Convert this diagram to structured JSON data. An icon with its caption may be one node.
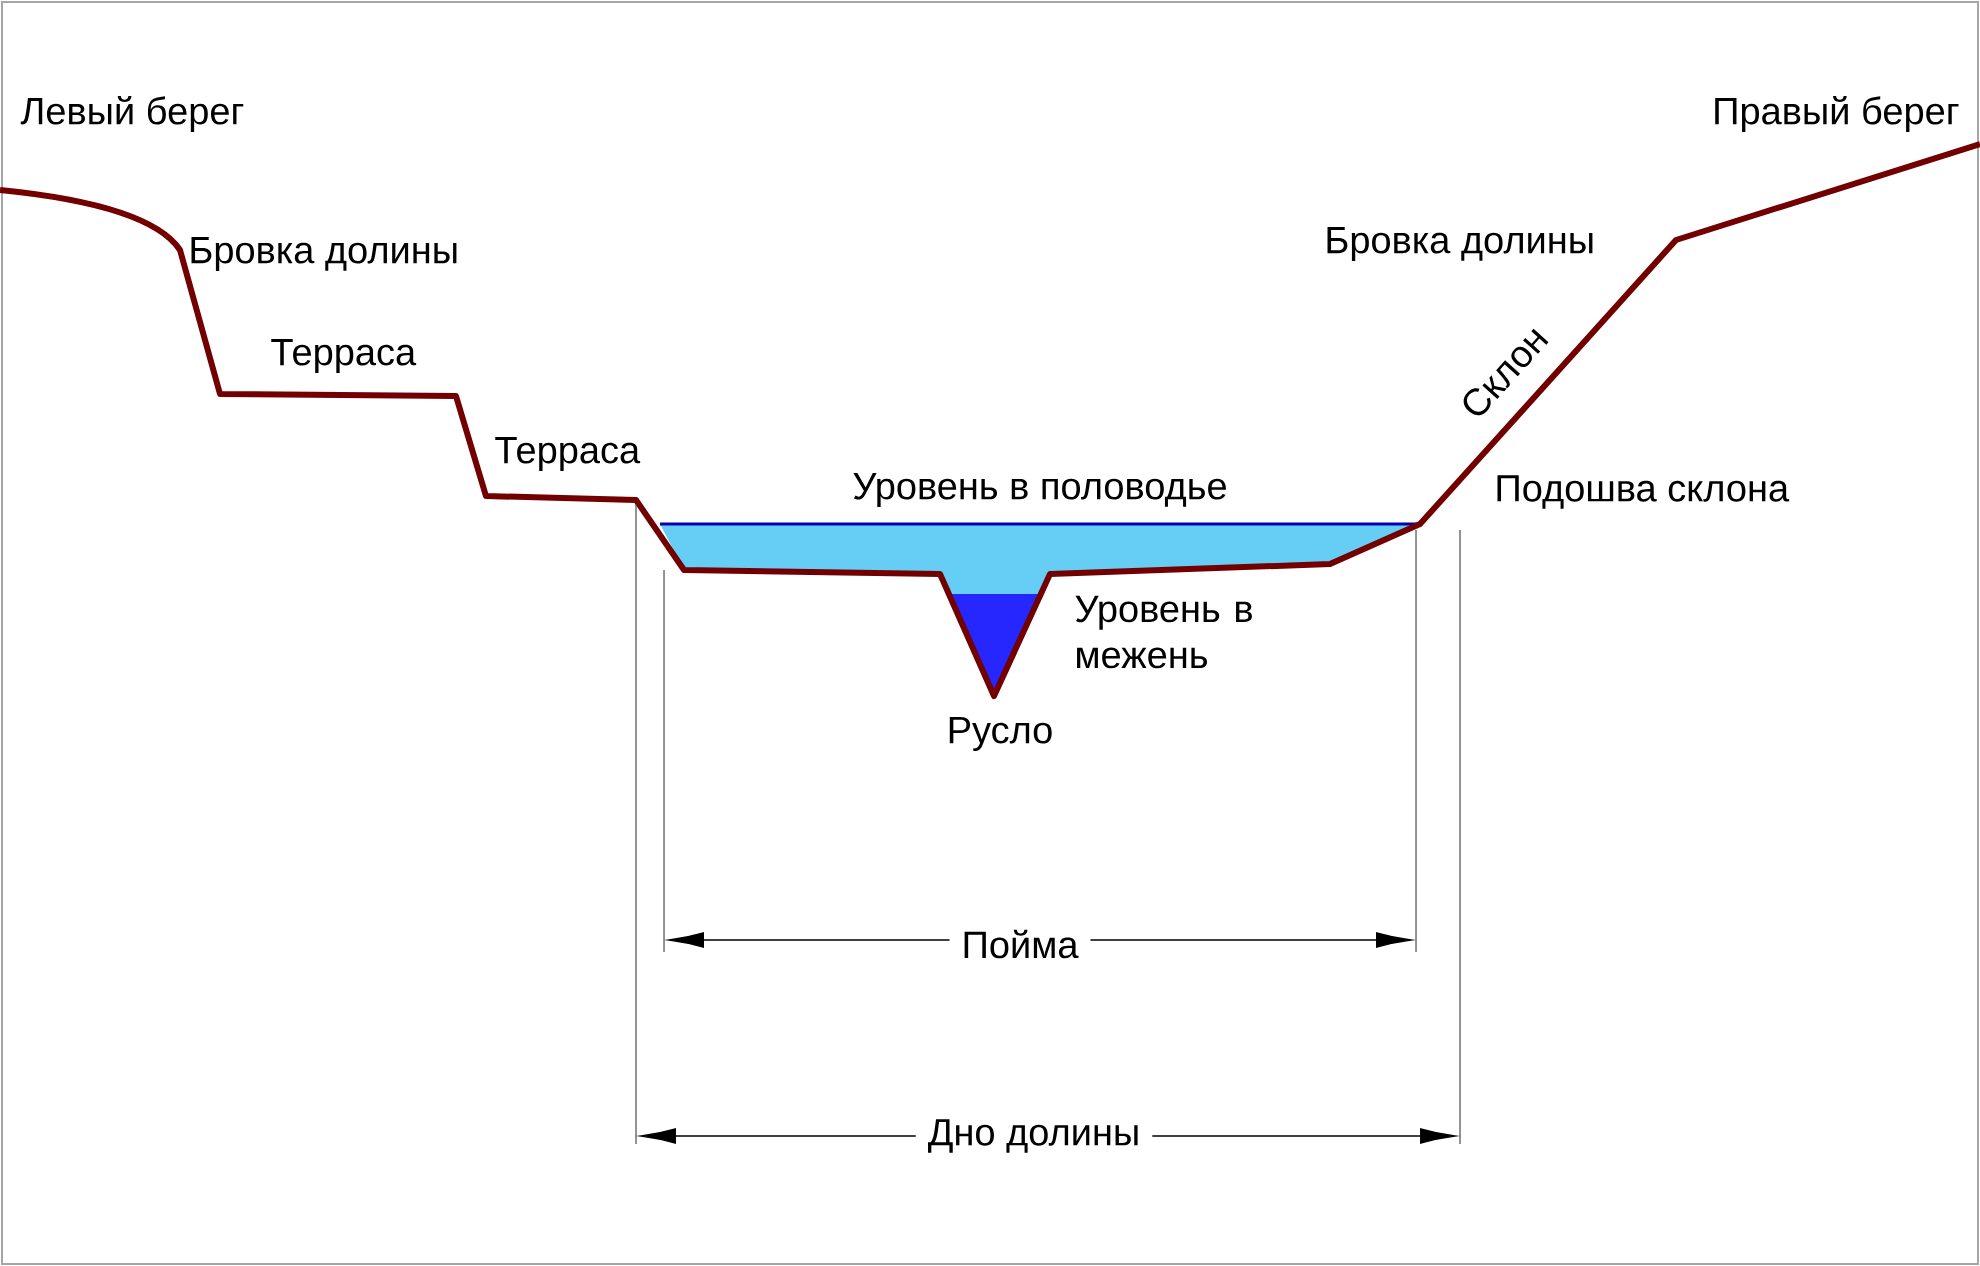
{
  "diagram": {
    "labels": [
      "Левый берег",
      "Правый берег",
      "Бровка долины",
      "Бровка долины",
      "Терраса",
      "Склон",
      "Терраса",
      "Уровень в половодье",
      "Подошва склона",
      "Уровень в межень",
      "Русло",
      "Пойма",
      "Дно долины"
    ]
  }
}
